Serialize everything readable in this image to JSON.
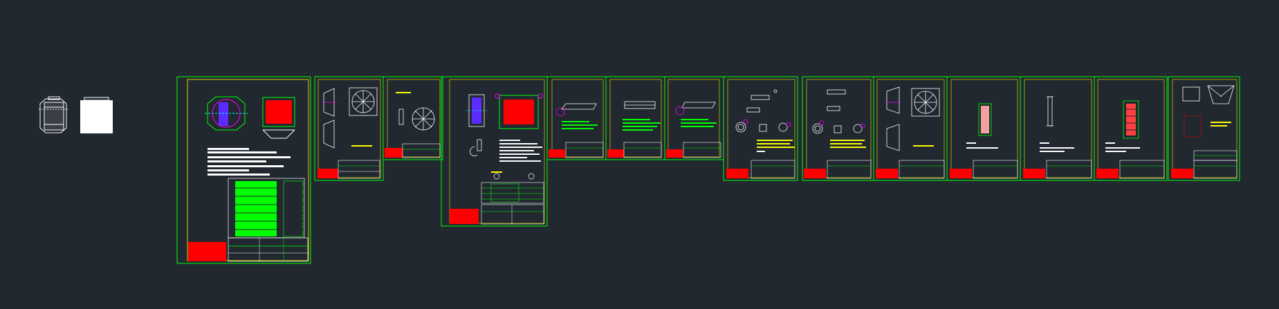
{
  "viewport": {
    "background": "#212830"
  },
  "colors": {
    "frame_green": "#00ff00",
    "frame_inner": "#d4d400",
    "stamp_red": "#ff0000",
    "fill_red": "#ff0000",
    "fill_blue": "#5a2cff",
    "fill_yellow": "#ffff00",
    "fill_pink": "#f2a0a0",
    "text_white": "#ffffff",
    "magenta": "#ff00ff",
    "cyan": "#00ffff"
  },
  "sheets": [
    {
      "id": "sheet-1",
      "kind": "assembly-with-spec-table"
    },
    {
      "id": "sheet-2",
      "kind": "octagon-with-panels"
    },
    {
      "id": "sheet-3",
      "kind": "circle-detail"
    },
    {
      "id": "sheet-4",
      "kind": "assembly-red-blue"
    },
    {
      "id": "sheet-5",
      "kind": "beam-detail"
    },
    {
      "id": "sheet-6",
      "kind": "beam-detail"
    },
    {
      "id": "sheet-7",
      "kind": "beam-detail"
    },
    {
      "id": "sheet-8",
      "kind": "rings-yellow-notes"
    },
    {
      "id": "sheet-9",
      "kind": "rings-yellow-notes"
    },
    {
      "id": "sheet-10",
      "kind": "octagon-with-panels"
    },
    {
      "id": "sheet-11",
      "kind": "pink-column"
    },
    {
      "id": "sheet-12",
      "kind": "bar-detail"
    },
    {
      "id": "sheet-13",
      "kind": "red-hatched-column"
    },
    {
      "id": "sheet-14",
      "kind": "hopper-detail"
    }
  ]
}
